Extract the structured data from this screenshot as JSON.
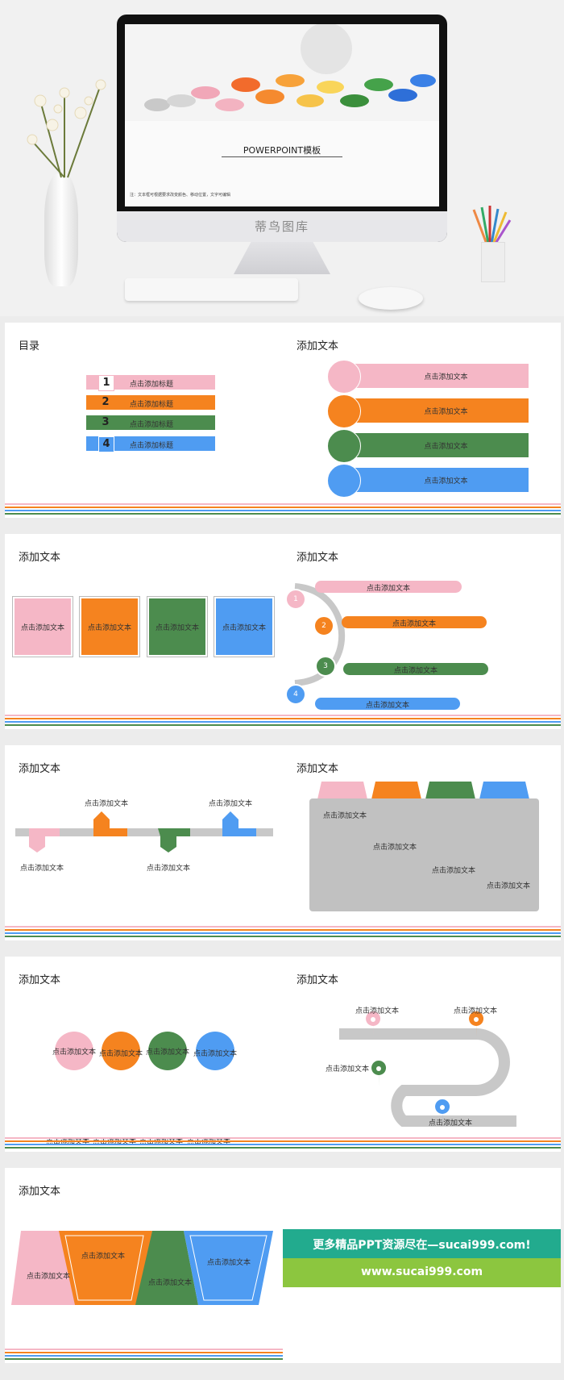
{
  "hero": {
    "screen_title": "POWERPOINT模板",
    "screen_note": "注：文本框可根据要求改变颜色、移动位置，文字可编辑",
    "brand": "蒂鸟图库"
  },
  "colors": {
    "pink": "#f5b7c6",
    "orange": "#f5831f",
    "green": "#4c8c4e",
    "blue": "#4f9cf2"
  },
  "slides": [
    {
      "title": "目录",
      "items": [
        {
          "num": "1",
          "label": "点击添加标题"
        },
        {
          "num": "2",
          "label": "点击添加标题"
        },
        {
          "num": "3",
          "label": "点击添加标题"
        },
        {
          "num": "4",
          "label": "点击添加标题"
        }
      ]
    },
    {
      "title": "添加文本",
      "items": [
        "点击添加文本",
        "点击添加文本",
        "点击添加文本",
        "点击添加文本"
      ]
    },
    {
      "title": "添加文本",
      "items": [
        "点击添加文本",
        "点击添加文本",
        "点击添加文本",
        "点击添加文本"
      ]
    },
    {
      "title": "添加文本",
      "nums": [
        "1",
        "2",
        "3",
        "4"
      ],
      "items": [
        "点击添加文本",
        "点击添加文本",
        "点击添加文本",
        "点击添加文本"
      ]
    },
    {
      "title": "添加文本",
      "items": [
        "点击添加文本",
        "点击添加文本",
        "点击添加文本",
        "点击添加文本"
      ]
    },
    {
      "title": "添加文本",
      "items": [
        "点击添加文本",
        "点击添加文本",
        "点击添加文本",
        "点击添加文本"
      ]
    },
    {
      "title": "添加文本",
      "circles": [
        "点击添加文本",
        "点击添加文本",
        "点击添加文本",
        "点击添加文本"
      ],
      "items": [
        "点击添加文本",
        "点击添加文本",
        "点击添加文本",
        "点击添加文本"
      ]
    },
    {
      "title": "添加文本",
      "items": [
        "点击添加文本",
        "点击添加文本",
        "点击添加文本",
        "点击添加文本"
      ]
    },
    {
      "title": "添加文本",
      "items": [
        "点击添加文本",
        "点击添加文本",
        "点击添加文本",
        "点击添加文本"
      ]
    }
  ],
  "promo": {
    "line1": "更多精品PPT资源尽在—sucai999.com!",
    "line2": "www.sucai999.com"
  }
}
